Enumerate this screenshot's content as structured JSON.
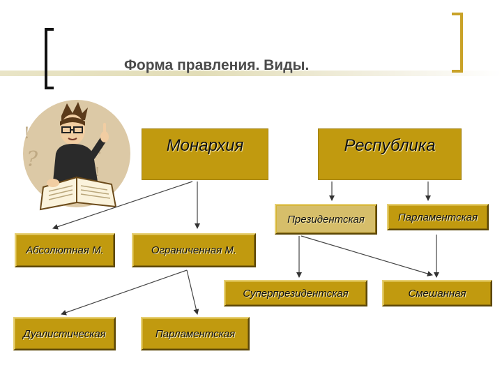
{
  "title": "Форма правления. Виды.",
  "colors": {
    "box_fill": "#c19a0f",
    "box_fill_light": "#d6be6a",
    "bracket_right": "#c9a228",
    "bracket_left": "#111111"
  },
  "illustration": {
    "name": "thinking-man-with-book-clipart"
  },
  "nodes": {
    "monarchy": "Монархия",
    "republic": "Республика",
    "absolute": "Абсолютная М.",
    "limited": "Ограниченная М.",
    "dualistic": "Дуалистическая",
    "parliamentary_monarchy": "Парламентская",
    "presidential": "Президентская",
    "parliamentary_republic": "Парламентская",
    "superpresidential": "Суперпрезидентская",
    "mixed": "Смешанная"
  }
}
